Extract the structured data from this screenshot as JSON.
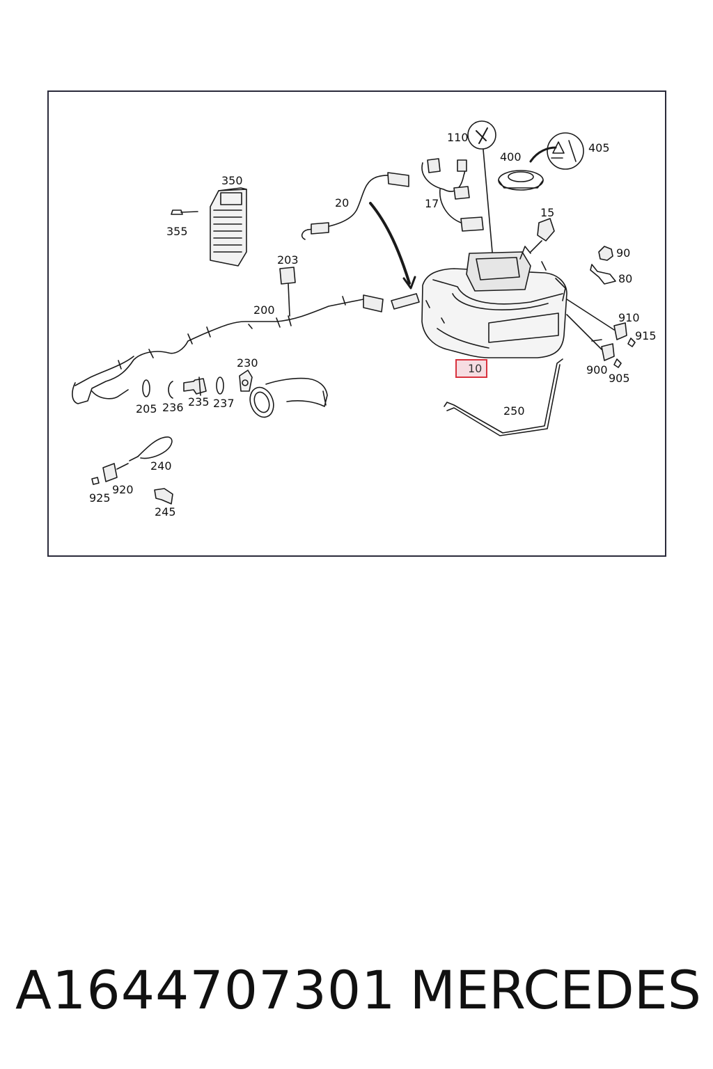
{
  "callouts": {
    "c10": "10",
    "c15": "15",
    "c17": "17",
    "c20": "20",
    "c80": "80",
    "c90": "90",
    "c110": "110",
    "c200": "200",
    "c203": "203",
    "c205": "205",
    "c230": "230",
    "c235": "235",
    "c236": "236",
    "c237": "237",
    "c240": "240",
    "c245": "245",
    "c250": "250",
    "c350": "350",
    "c355": "355",
    "c400": "400",
    "c405": "405",
    "c900": "900",
    "c905": "905",
    "c910": "910",
    "c915": "915",
    "c920": "920",
    "c925": "925"
  },
  "highlighted_callout": "10",
  "colors": {
    "highlight_border": "#d8313d",
    "highlight_fill": "#f6dde2",
    "line": "#1a1a1a"
  },
  "footer": {
    "part_number": "A1644707301",
    "brand": "MERCEDES"
  }
}
